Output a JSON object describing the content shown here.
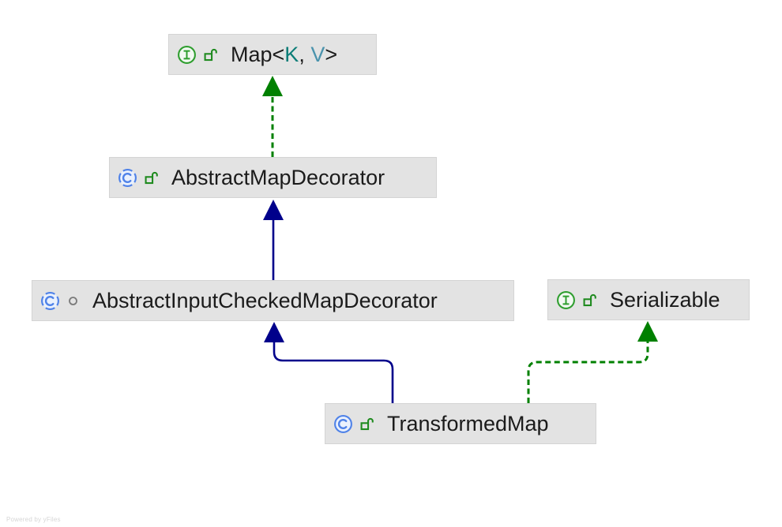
{
  "diagram": {
    "kind": "uml-class-diagram",
    "footer": "Powered by yFiles",
    "nodes": {
      "map": {
        "type": "interface",
        "visibility": "public",
        "parts": {
          "prefix": "Map<",
          "k": "K",
          "comma": ", ",
          "v": "V",
          "suffix": ">"
        }
      },
      "abstract_map_decorator": {
        "type": "abstract-class",
        "visibility": "public",
        "label": "AbstractMapDecorator"
      },
      "abstract_input_checked_map_decorator": {
        "type": "abstract-class",
        "visibility": "package-local",
        "label": "AbstractInputCheckedMapDecorator"
      },
      "serializable": {
        "type": "interface",
        "visibility": "public",
        "label": "Serializable"
      },
      "transformed_map": {
        "type": "class",
        "visibility": "public",
        "label": "TransformedMap"
      }
    },
    "edges": [
      {
        "from": "AbstractMapDecorator",
        "to": "Map<K, V>",
        "relation": "implements",
        "style": "dashed"
      },
      {
        "from": "AbstractInputCheckedMapDecorator",
        "to": "AbstractMapDecorator",
        "relation": "extends",
        "style": "solid"
      },
      {
        "from": "TransformedMap",
        "to": "AbstractInputCheckedMapDecorator",
        "relation": "extends",
        "style": "solid"
      },
      {
        "from": "TransformedMap",
        "to": "Serializable",
        "relation": "implements",
        "style": "dashed"
      }
    ],
    "colors": {
      "node_background": "#e3e3e3",
      "node_border": "#d4d4d4",
      "node_text": "#1b1b1b",
      "extends_edge": "#00008b",
      "implements_edge": "#008000",
      "interface_icon_green": "#2f9e2f",
      "class_icon_blue": "#4f82e8",
      "lock_green": "#1e8a1e",
      "package_local_gray": "#7b7b7b",
      "type_param_k": "#0b7d77",
      "type_param_v": "#4b93ad",
      "footer_text": "#d6d6d6"
    }
  }
}
